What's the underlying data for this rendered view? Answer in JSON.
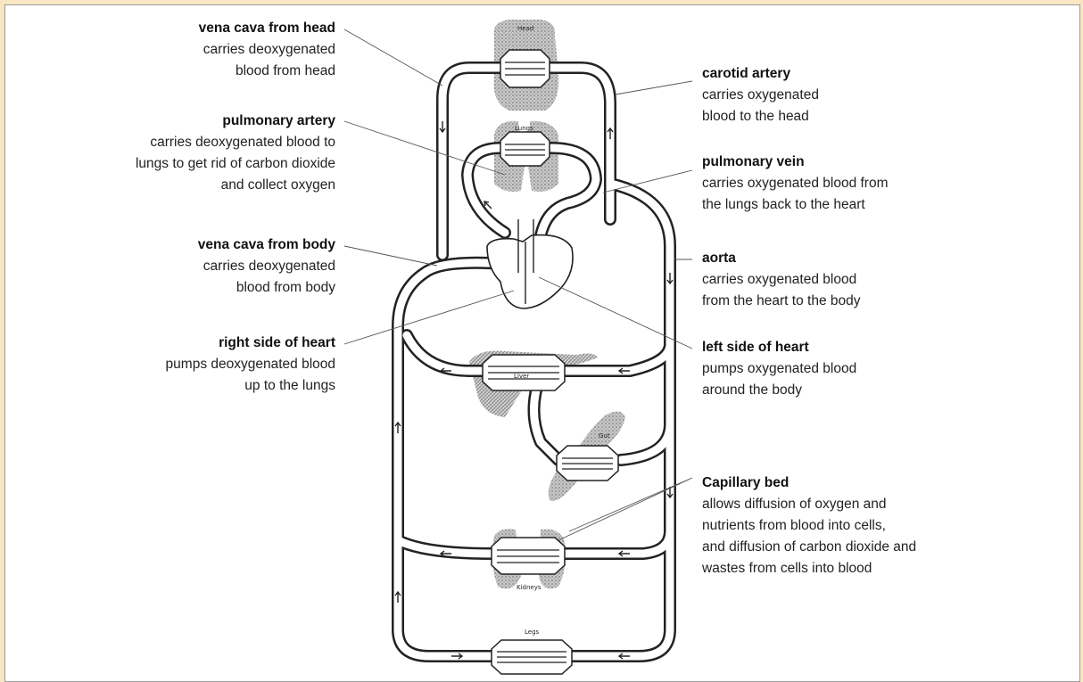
{
  "annotations": {
    "vena_cava_head": {
      "title": "vena cava from head",
      "desc": "carries deoxygenated\nblood from head"
    },
    "pulmonary_artery": {
      "title": "pulmonary artery",
      "desc": "carries deoxygenated blood to\nlungs to get rid of carbon dioxide\nand collect oxygen"
    },
    "vena_cava_body": {
      "title": "vena cava from body",
      "desc": "carries deoxygenated\nblood from body"
    },
    "right_heart": {
      "title": "right side of heart",
      "desc": "pumps deoxygenated blood\nup to the lungs"
    },
    "carotid_artery": {
      "title": "carotid artery",
      "desc": "carries oxygenated\nblood to the head"
    },
    "pulmonary_vein": {
      "title": "pulmonary vein",
      "desc": "carries oxygenated blood from\nthe lungs back to the heart"
    },
    "aorta": {
      "title": "aorta",
      "desc": "carries oxygenated blood\nfrom the heart to the body"
    },
    "left_heart": {
      "title": "left side of heart",
      "desc": "pumps oxygenated blood\naround the body"
    },
    "capillary_bed": {
      "title": "Capillary bed",
      "desc": "allows diffusion of oxygen and\nnutrients from blood into cells,\nand diffusion of carbon dioxide and\nwastes from cells into blood"
    }
  },
  "organs": {
    "head": "Head",
    "lungs": "Lungs",
    "liver": "Liver",
    "gut": "Gut",
    "kidneys": "Kidneys",
    "legs": "Legs"
  }
}
